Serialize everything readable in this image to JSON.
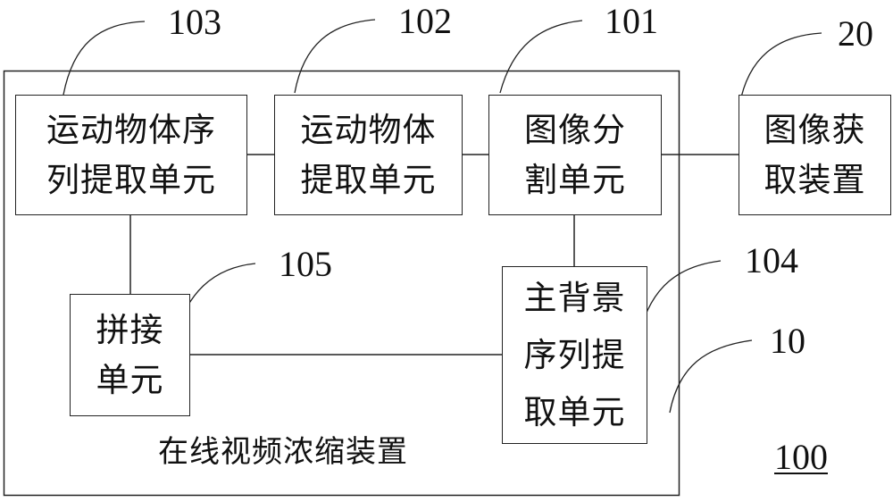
{
  "diagram": {
    "device_label": "在线视频浓缩装置",
    "figure_number": "100",
    "units": [
      {
        "id": "103",
        "line1": "运动物体序",
        "line2": "列提取单元"
      },
      {
        "id": "102",
        "line1": "运动物体",
        "line2": "提取单元"
      },
      {
        "id": "101",
        "line1": "图像分",
        "line2": "割单元"
      },
      {
        "id": "20",
        "line1": "图像获",
        "line2": "取装置"
      },
      {
        "id": "105",
        "line1": "拼接",
        "line2": "单元"
      },
      {
        "id": "104",
        "line1": "主背景",
        "line2": "序列提",
        "line3": "取单元"
      }
    ],
    "reference_labels": {
      "r103": "103",
      "r102": "102",
      "r101": "101",
      "r20": "20",
      "r105": "105",
      "r104": "104",
      "r10": "10"
    },
    "connections": [
      [
        "103",
        "102"
      ],
      [
        "102",
        "101"
      ],
      [
        "101",
        "20"
      ],
      [
        "103",
        "105"
      ],
      [
        "101",
        "104"
      ],
      [
        "105",
        "104"
      ]
    ]
  }
}
